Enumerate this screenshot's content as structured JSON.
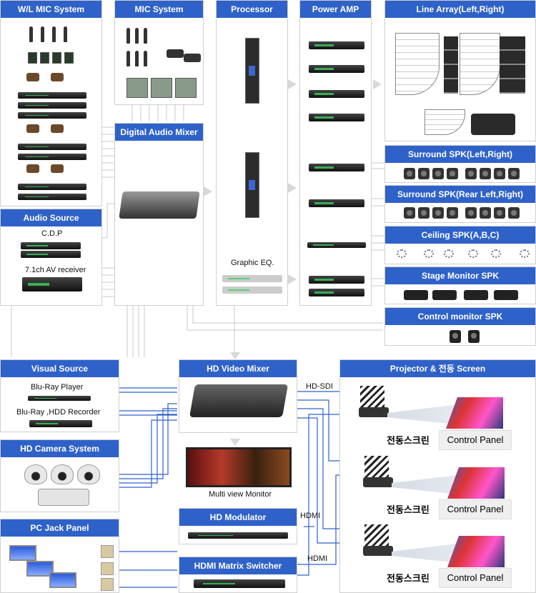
{
  "panels": {
    "wl_mic": "W/L MIC System",
    "mic_system": "MIC System",
    "processor": "Processor",
    "power_amp": "Power AMP",
    "line_array": "Line Array(Left,Right)",
    "digital_mixer": "Digital Audio Mixer",
    "audio_source": "Audio Source",
    "surround": "Surround SPK(Left,Right)",
    "surround_rear": "Surround SPK(Rear Left,Right)",
    "ceiling": "Ceiling SPK(A,B,C)",
    "stage_monitor": "Stage Monitor SPK",
    "control_monitor": "Control monitor SPK",
    "visual_source": "Visual Source",
    "hd_video_mixer": "HD Video Mixer",
    "projector": "Projector & 전동 Screen",
    "hd_camera": "HD Camera System",
    "hd_modulator": "HD Modulator",
    "pc_jack": "PC Jack Panel",
    "hdmi_matrix": "HDMI Matrix Switcher"
  },
  "labels": {
    "cdp": "C.D.P",
    "av_receiver": "7.1ch AV receiver",
    "graphic_eq": "Graphic EQ.",
    "bluray_player": "Blu-Ray Player",
    "bluray_hdd": "Blu-Ray ,HDD Recorder",
    "multiview": "Multi view Monitor",
    "hd_sdi": "HD-SDI",
    "hdmi_1": "HDMI",
    "hdmi_2": "HDMI",
    "screen_label": "전동스크린",
    "control_panel": "Control Panel"
  },
  "colors": {
    "header_blue": "#2f62c9",
    "link_blue": "#2f62c9",
    "arrow_grey": "#d8d8d8"
  }
}
